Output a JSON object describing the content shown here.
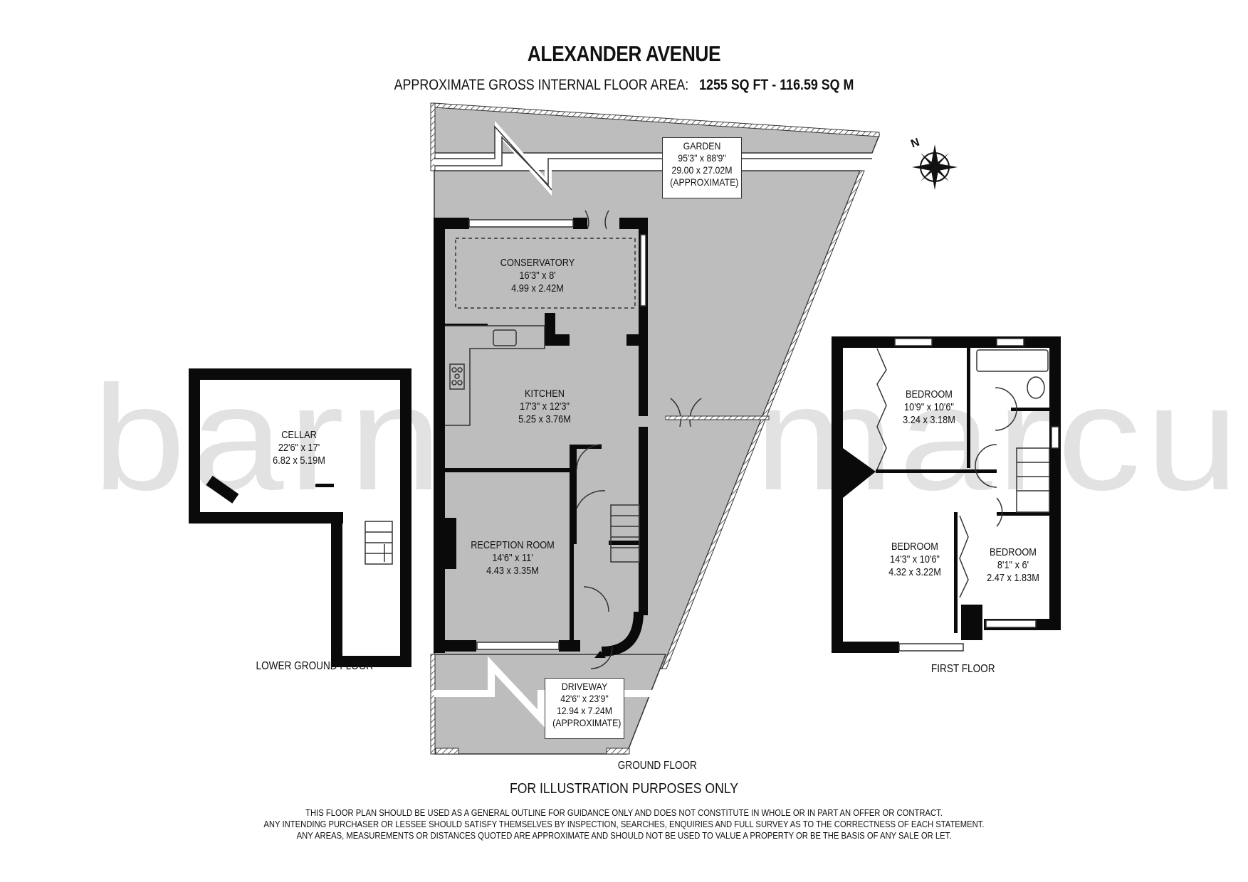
{
  "header": {
    "title": "ALEXANDER AVENUE",
    "area_label": "APPROXIMATE GROSS INTERNAL FLOOR AREA:",
    "area_value": "1255 SQ FT  -  116.59 SQ M"
  },
  "watermark": "barnard marcus",
  "compass": {
    "label": "N",
    "icon": "compass-rose-icon"
  },
  "floors": {
    "lower_ground": {
      "label": "LOWER GROUND FLOOR",
      "rooms": [
        {
          "name": "CELLAR",
          "imperial": "22'6\" x 17'",
          "metric": "6.82 x 5.19M"
        }
      ]
    },
    "ground": {
      "label": "GROUND FLOOR",
      "rooms": [
        {
          "name": "CONSERVATORY",
          "imperial": "16'3\" x 8'",
          "metric": "4.99 x 2.42M"
        },
        {
          "name": "KITCHEN",
          "imperial": "17'3\" x 12'3\"",
          "metric": "5.25 x 3.76M"
        },
        {
          "name": "RECEPTION ROOM",
          "imperial": "14'6\" x 11'",
          "metric": "4.43 x 3.35M"
        }
      ],
      "outdoor": [
        {
          "name": "GARDEN",
          "imperial": "95'3\" x 88'9\"",
          "metric": "29.00 x 27.02M",
          "note": "(APPROXIMATE)"
        },
        {
          "name": "DRIVEWAY",
          "imperial": "42'6\" x 23'9\"",
          "metric": "12.94 x 7.24M",
          "note": "(APPROXIMATE)"
        }
      ]
    },
    "first": {
      "label": "FIRST FLOOR",
      "rooms": [
        {
          "name": "BEDROOM",
          "imperial": "10'9\" x 10'6\"",
          "metric": "3.24 x 3.18M"
        },
        {
          "name": "BEDROOM",
          "imperial": "14'3\" x 10'6\"",
          "metric": "4.32 x 3.22M"
        },
        {
          "name": "BEDROOM",
          "imperial": "8'1\" x 6'",
          "metric": "2.47 x 1.83M"
        }
      ]
    }
  },
  "footer": {
    "illustration_note": "FOR ILLUSTRATION PURPOSES ONLY",
    "disclaimer": [
      "THIS FLOOR PLAN SHOULD BE USED AS A GENERAL OUTLINE FOR GUIDANCE ONLY AND DOES NOT CONSTITUTE IN WHOLE OR IN PART AN OFFER OR CONTRACT.",
      "ANY INTENDING PURCHASER OR LESSEE SHOULD SATISFY THEMSELVES BY INSPECTION, SEARCHES, ENQUIRIES AND FULL SURVEY AS TO THE CORRECTNESS OF EACH STATEMENT.",
      "ANY AREAS, MEASUREMENTS OR DISTANCES QUOTED ARE APPROXIMATE AND SHOULD NOT BE USED TO VALUE A PROPERTY OR BE THE BASIS OF ANY SALE OR LET."
    ]
  },
  "colors": {
    "wall": "#0a0a0a",
    "outdoor_fill": "#bdbdbd",
    "watermark": "#e2e2e2",
    "background": "#ffffff"
  }
}
